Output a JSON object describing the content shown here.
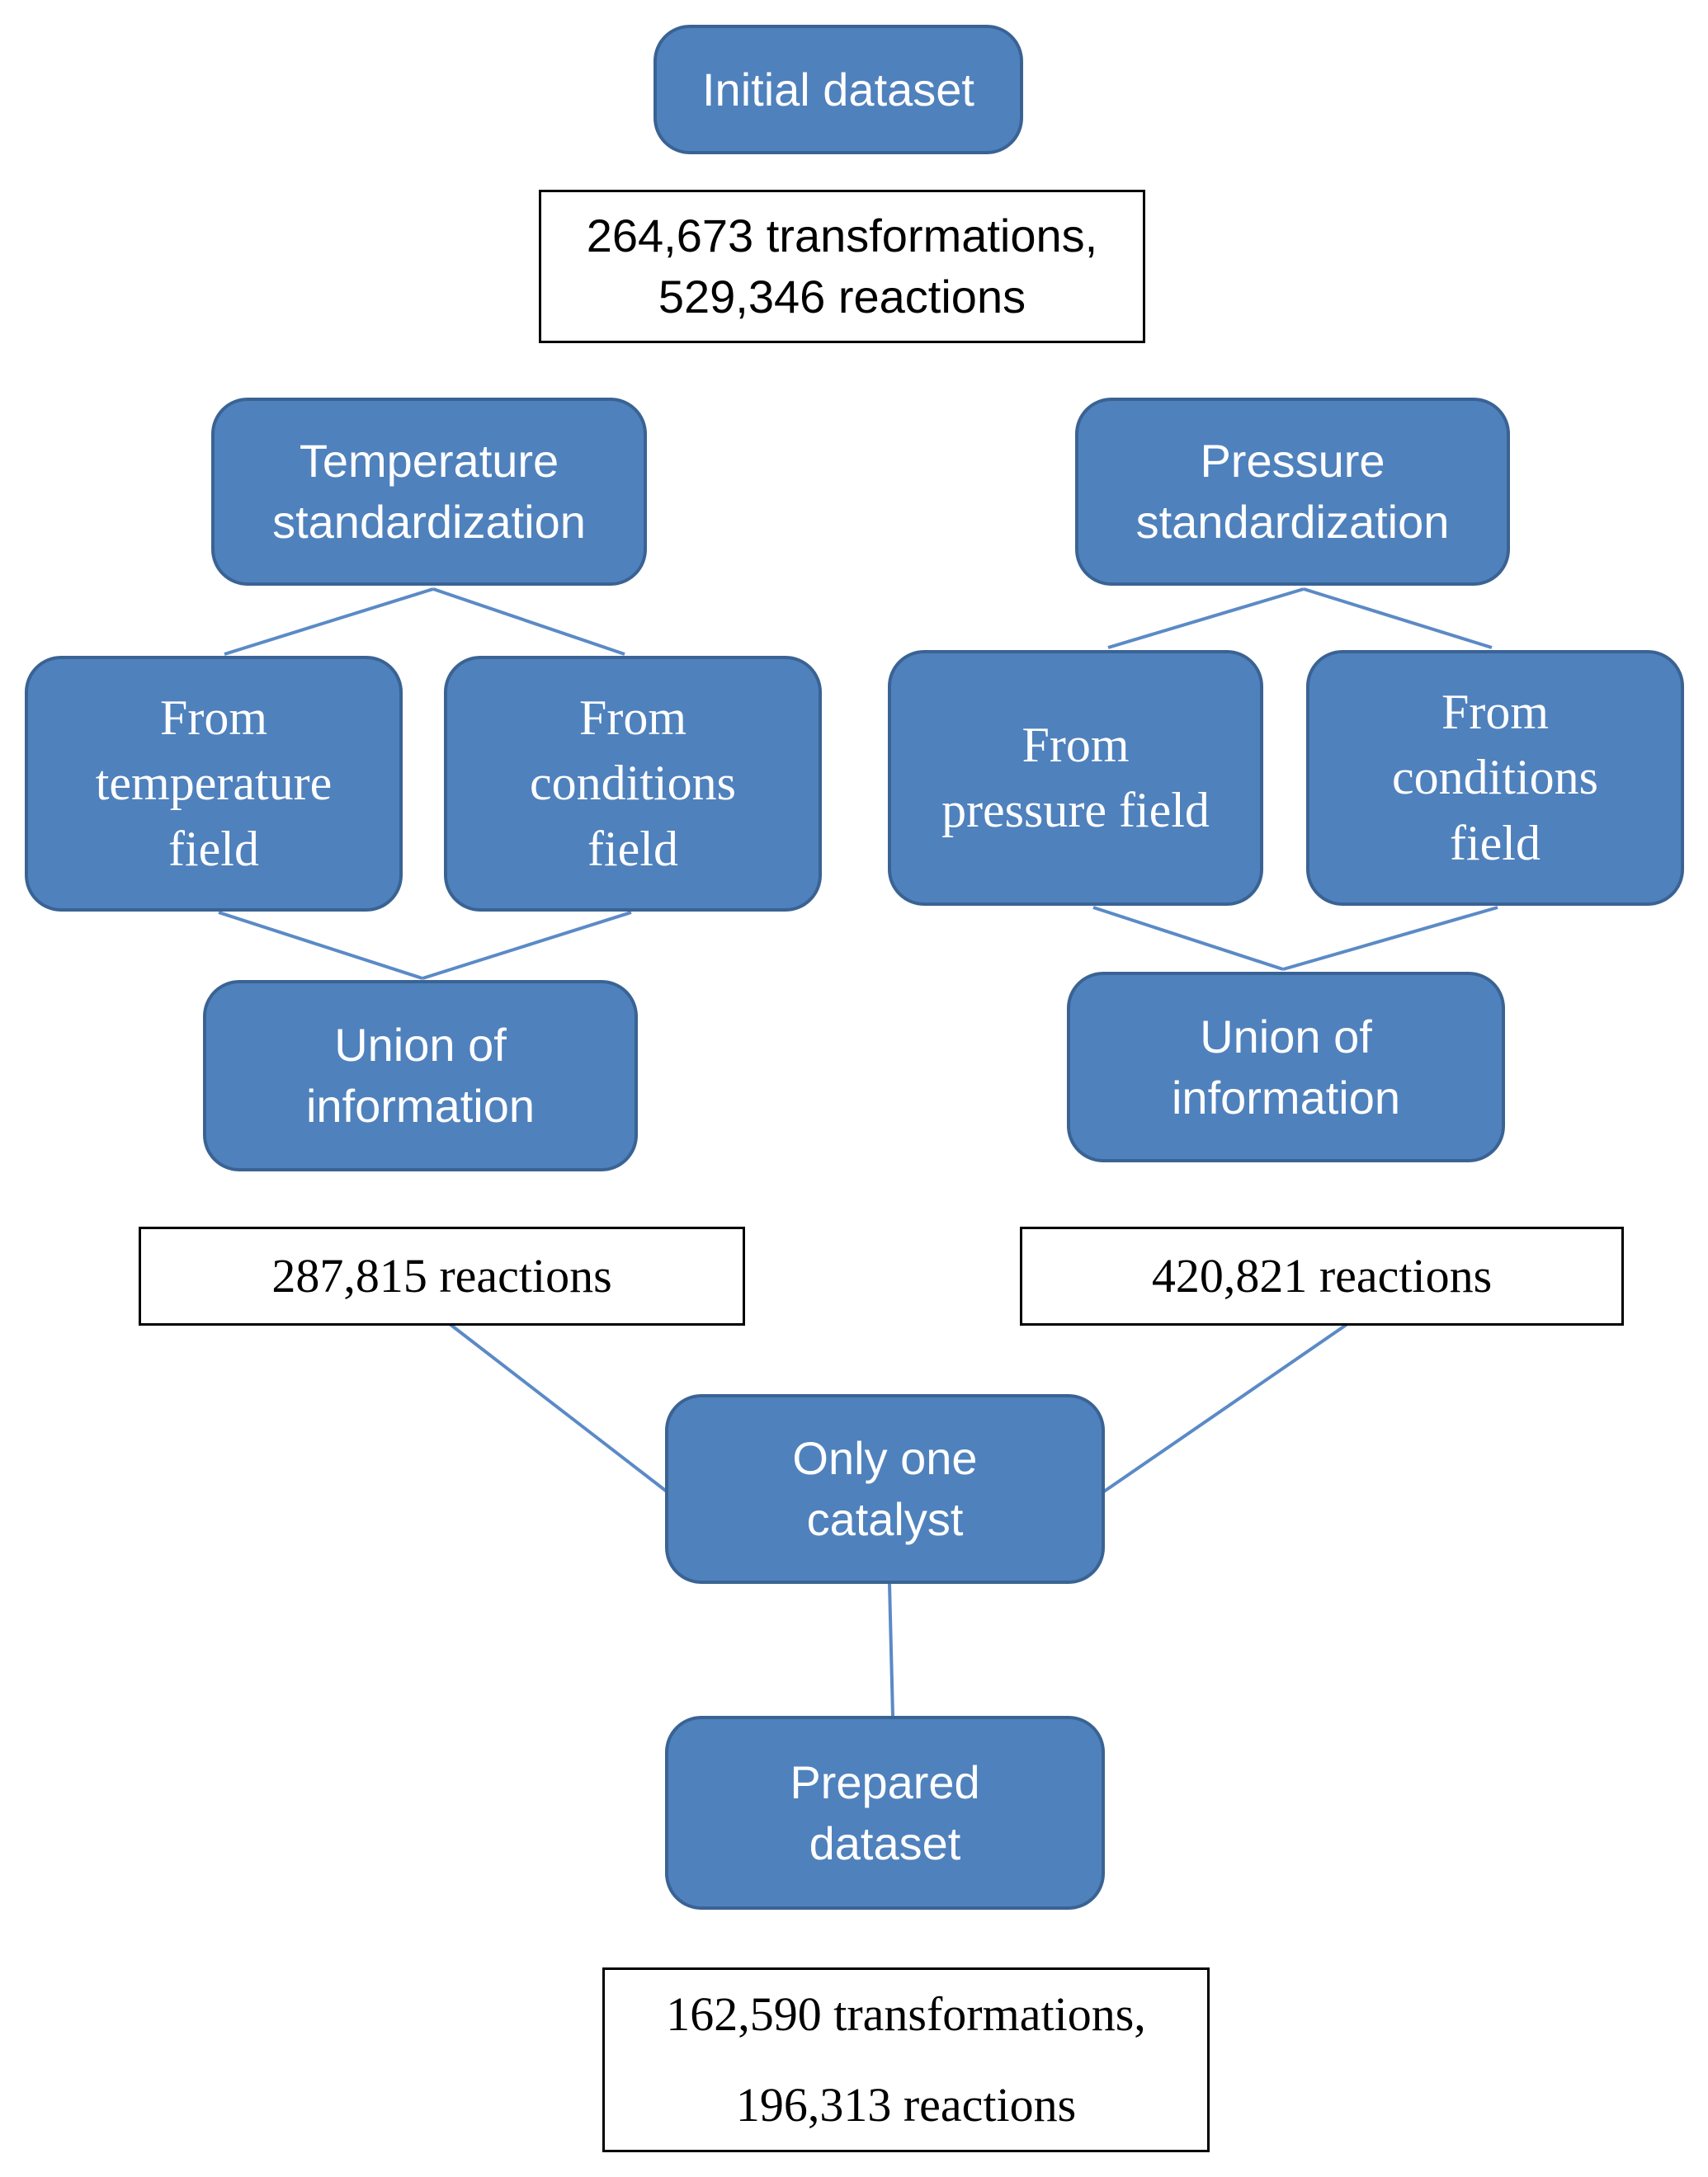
{
  "nodes": {
    "initial_dataset": "Initial dataset",
    "temperature_standardization": "Temperature\nstandardization",
    "pressure_standardization": "Pressure\nstandardization",
    "from_temperature_field": "From\ntemperature\nfield",
    "from_conditions_field_left": "From\nconditions\nfield",
    "from_pressure_field": "From\npressure field",
    "from_conditions_field_right": "From\nconditions\nfield",
    "union_left": "Union of\ninformation",
    "union_right": "Union of\ninformation",
    "only_one_catalyst": "Only one\ncatalyst",
    "prepared_dataset": "Prepared\ndataset"
  },
  "counts": {
    "initial": "264,673 transformations,\n529,346 reactions",
    "temperature": "287,815 reactions",
    "pressure": "420,821 reactions",
    "prepared": "162,590 transformations,\n196,313 reactions"
  },
  "colors": {
    "node_fill": "#4f81bd",
    "node_border": "#3a6394",
    "connector": "#5b8ac6"
  }
}
